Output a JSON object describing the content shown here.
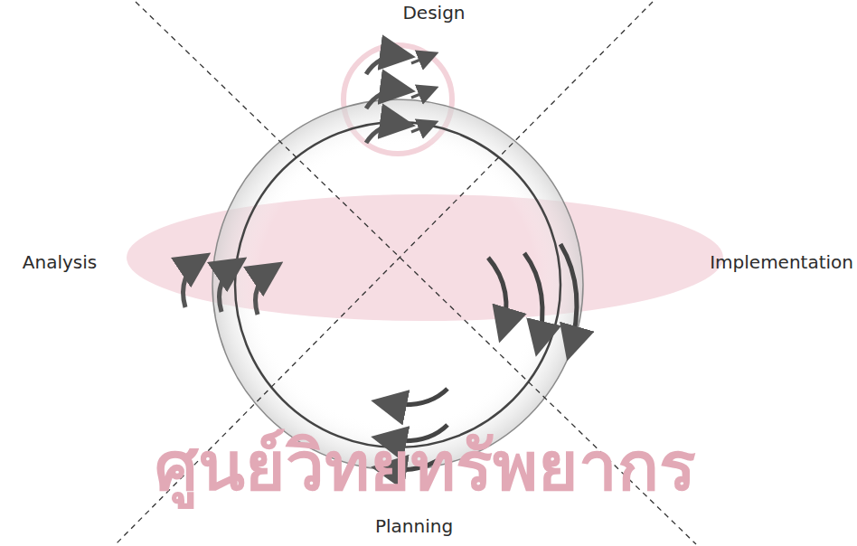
{
  "diagram": {
    "labels": [
      "Design",
      "Analysis",
      "Implementation",
      "Planning",
      "ศูนย์วิทยทรัพยากร"
    ]
  }
}
